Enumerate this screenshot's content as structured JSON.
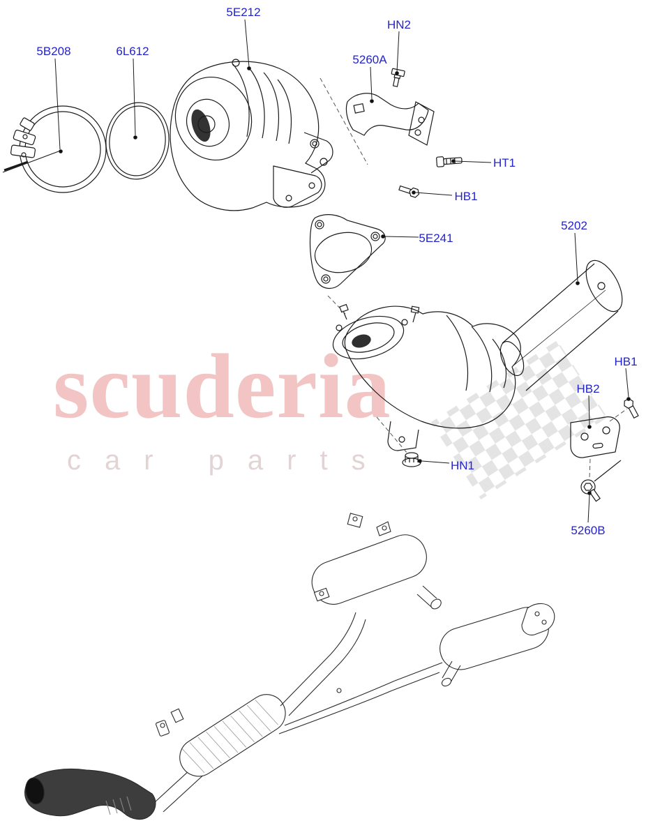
{
  "page": {
    "background_color": "#ffffff"
  },
  "watermark": {
    "title": "scuderia",
    "subtitle": "car parts"
  },
  "colors": {
    "label_text": "#2323cb",
    "watermark_title": "#f2c4c4",
    "watermark_subtitle": "#e2d4d4",
    "diagram_line": "#1a1a1a",
    "checker": "#c8c8c8"
  },
  "labels": [
    {
      "text": "5E212"
    },
    {
      "text": "HN2"
    },
    {
      "text": "5B208"
    },
    {
      "text": "6L612"
    },
    {
      "text": "5260A"
    },
    {
      "text": "HT1"
    },
    {
      "text": "HB1"
    },
    {
      "text": "5E241"
    },
    {
      "text": "5202"
    },
    {
      "text": "HB1"
    },
    {
      "text": "HB2"
    },
    {
      "text": "HN1"
    },
    {
      "text": "5260B"
    }
  ]
}
